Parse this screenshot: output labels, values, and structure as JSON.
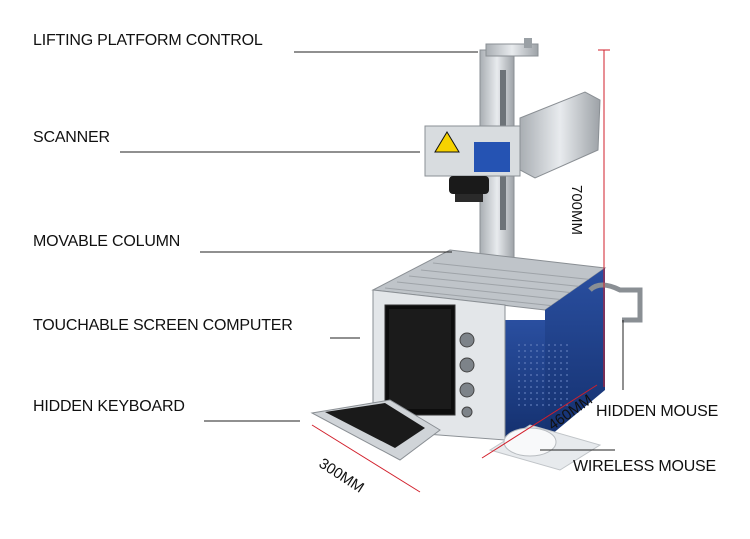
{
  "labels": {
    "lifting_platform_control": "LIFTING PLATFORM CONTROL",
    "scanner": "SCANNER",
    "movable_column": "MOVABLE COLUMN",
    "touchable_screen_computer": "TOUCHABLE SCREEN COMPUTER",
    "hidden_keyboard": "HIDDEN KEYBOARD",
    "hidden_mouse": "HIDDEN MOUSE",
    "wireless_mouse": "WIRELESS MOUSE"
  },
  "dimensions": {
    "height": "700MM",
    "depth": "460MM",
    "width": "300MM"
  },
  "colors": {
    "dimension_line": "#d21f2b",
    "leader_line": "#222222",
    "cabinet_blue": "#1e3f8a",
    "aluminum": "#c9ced3"
  }
}
